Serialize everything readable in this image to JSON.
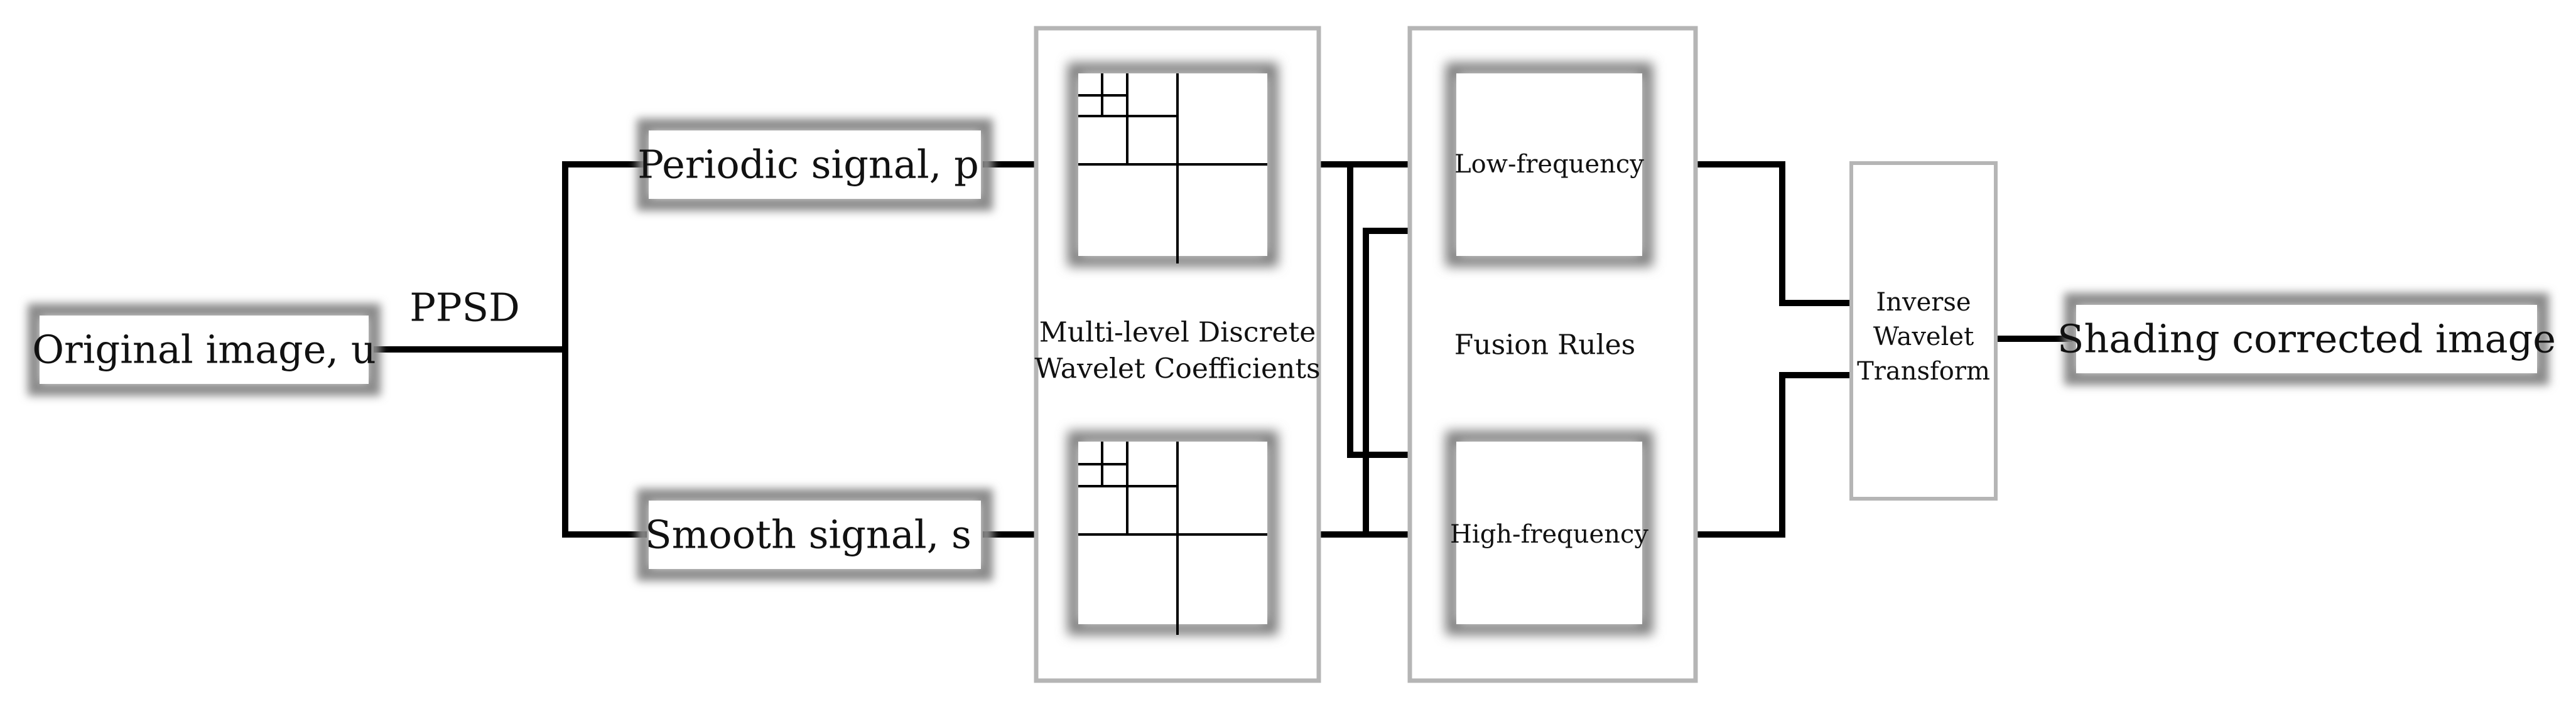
{
  "diagram": {
    "input_label": "Original image, u",
    "decomposition_label": "PPSD",
    "periodic_label": "Periodic signal, p",
    "smooth_label": "Smooth signal, s",
    "wavelet_caption": [
      "Multi-level Discrete",
      "Wavelet Coefficients"
    ],
    "fusion_caption": "Fusion Rules",
    "low_freq_label": "Low-frequency",
    "high_freq_label": "High-frequency",
    "inverse_caption": [
      "Inverse",
      "Wavelet",
      "Transform"
    ],
    "output_label": "Shading corrected image"
  }
}
